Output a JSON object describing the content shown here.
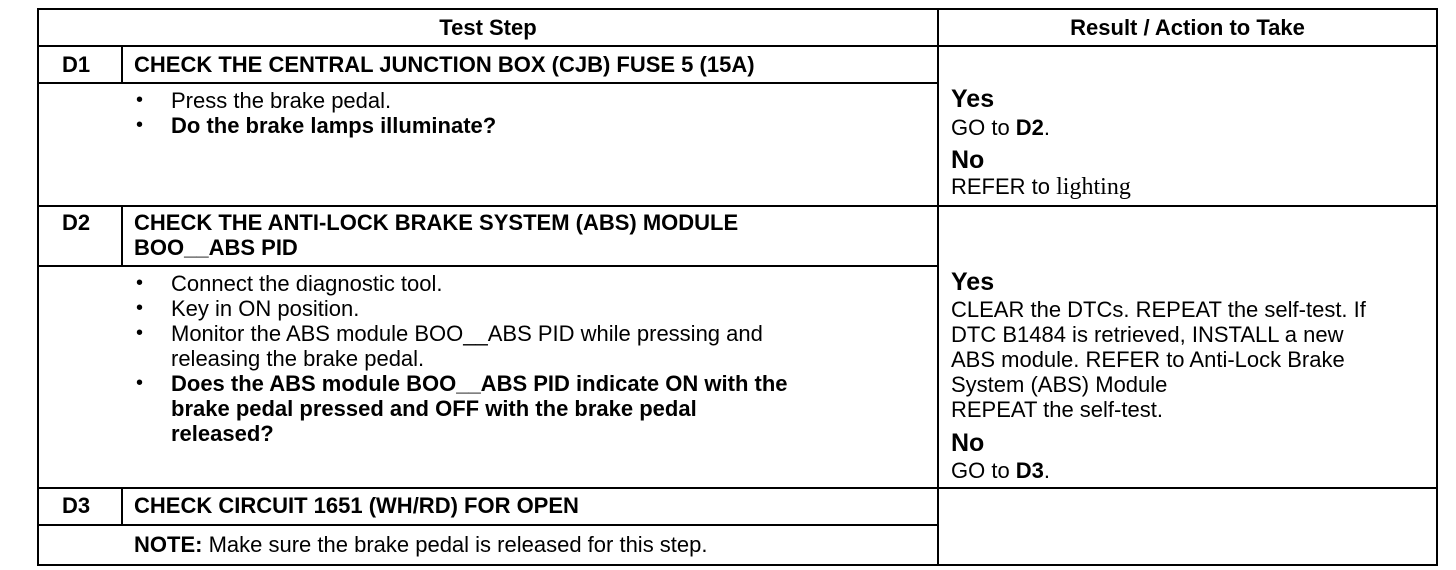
{
  "header": {
    "test_step": "Test Step",
    "result_action": "Result / Action to Take"
  },
  "bullet": "•",
  "steps": [
    {
      "id": "D1",
      "title": "CHECK THE CENTRAL JUNCTION BOX (CJB) FUSE 5 (15A)",
      "items": [
        "Press the brake pedal.",
        "Do the brake lamps illuminate?"
      ],
      "yes_label": "Yes",
      "yes_text": "GO to ",
      "yes_ref": "D2",
      "yes_end": ".",
      "no_label": "No",
      "no_text_a": "REFER to ",
      "no_text_b": "lighting"
    },
    {
      "id": "D2",
      "title_lines": [
        "CHECK THE ANTI-LOCK BRAKE SYSTEM (ABS) MODULE",
        "BOO__ABS PID"
      ],
      "items": [
        "Connect the diagnostic tool.",
        "Key in ON position.",
        "Monitor the ABS module BOO__ABS PID while pressing and",
        "releasing the brake pedal."
      ],
      "question_lines": [
        "Does the ABS module BOO__ABS PID indicate ON with the",
        "brake pedal pressed and OFF with the brake pedal",
        "released?"
      ],
      "yes_label": "Yes",
      "yes_lines": [
        "CLEAR the DTCs. REPEAT the self-test. If",
        "DTC B1484 is retrieved, INSTALL a new",
        "ABS module. REFER to Anti-Lock Brake",
        "System (ABS) Module",
        "REPEAT the self-test."
      ],
      "no_label": "No",
      "no_text": "GO to ",
      "no_ref": "D3",
      "no_end": "."
    },
    {
      "id": "D3",
      "title": "CHECK CIRCUIT 1651 (WH/RD) FOR OPEN",
      "note_label": "NOTE:",
      "note_text": " Make sure the brake pedal is released for this step."
    }
  ]
}
